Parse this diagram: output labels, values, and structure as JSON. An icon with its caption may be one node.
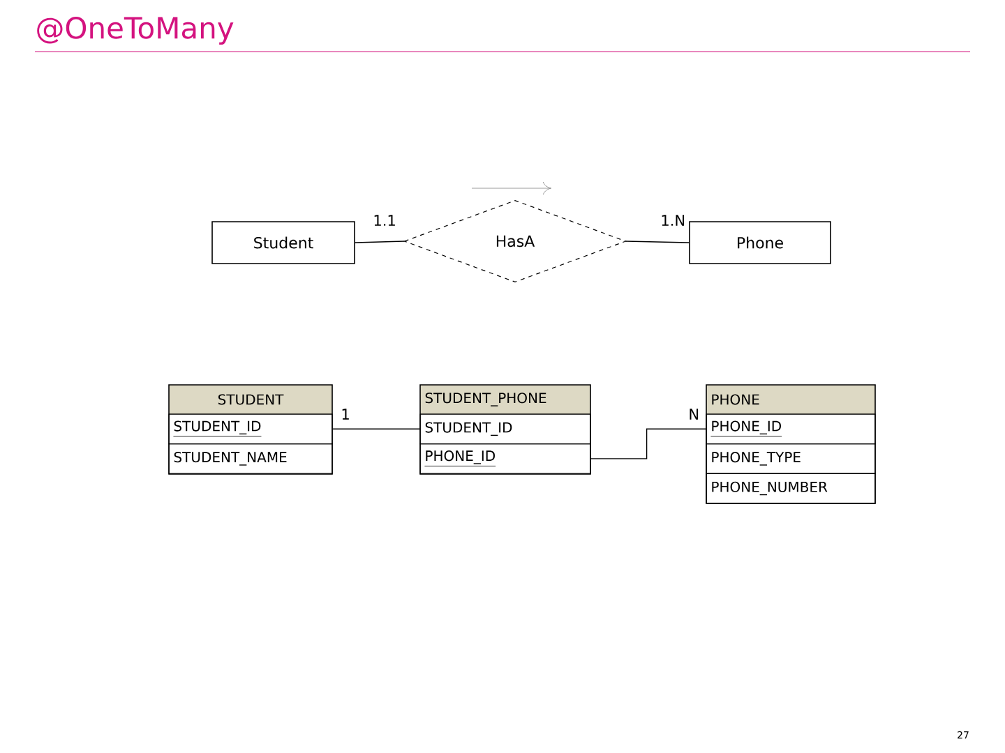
{
  "diagram": {
    "title": "@OneToMany",
    "nodes": [
      {
        "text": [
          "Student"
        ]
      },
      {
        "text": [
          "HasA"
        ]
      },
      {
        "text": [
          "Phone"
        ]
      },
      {
        "text": [
          "STUDENT"
        ]
      },
      {
        "text": [
          "STUDENT_ID"
        ],
        "in": 3
      },
      {
        "text": [
          "STUDENT_NAME"
        ],
        "in": 3
      },
      {
        "text": [
          "STUDENT_PHONE"
        ]
      },
      {
        "text": [
          "STUDENT_ID"
        ],
        "in": 6
      },
      {
        "text": [
          "PHONE_ID"
        ],
        "in": 6
      },
      {
        "text": [
          "PHONE"
        ]
      },
      {
        "text": [
          "PHONE_ID"
        ],
        "in": 9
      },
      {
        "text": [
          "PHONE_TYPE"
        ],
        "in": 9
      },
      {
        "text": [
          "PHONE_NUMBER"
        ],
        "in": 9
      }
    ],
    "edges": [
      {
        "from": 0,
        "to": 1,
        "arrow": "none",
        "label": "1.1"
      },
      {
        "from": 1,
        "to": 2,
        "arrow": "none",
        "label": "1.N"
      },
      {
        "from": 4,
        "to": 7,
        "arrow": "none",
        "label": "1"
      },
      {
        "from": 8,
        "to": 10,
        "arrow": "none",
        "label": "N"
      }
    ],
    "labels": [
      "27"
    ]
  }
}
